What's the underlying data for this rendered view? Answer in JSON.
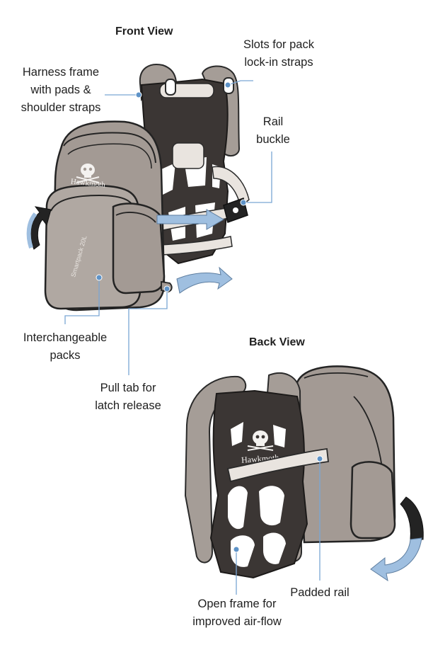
{
  "front": {
    "title": "Front View",
    "labels": {
      "harness": [
        "Harness frame",
        "with pads &",
        "shoulder straps"
      ],
      "slots": [
        "Slots for pack",
        "lock-in straps"
      ],
      "rail_buckle": [
        "Rail",
        "buckle"
      ],
      "packs": [
        "Interchangeable",
        "packs"
      ],
      "pull_tab": [
        "Pull tab for",
        "latch release"
      ]
    },
    "logo": "Hawkmoth",
    "pack_model": "Smartpack 20L"
  },
  "back": {
    "title": "Back View",
    "labels": {
      "padded_rail": [
        "Padded rail"
      ],
      "open_frame": [
        "Open frame for",
        "improved air-flow"
      ]
    },
    "logo": "Hawkmoth"
  },
  "colors": {
    "pack": "#a39a94",
    "pack_shade": "#8b837e",
    "frame": "#3b3634",
    "strap": "#a59d97",
    "pad": "#e9e4df",
    "arrow": "#9fbfe0",
    "arrow_dark": "#232323",
    "dot": "#5e93c8",
    "leader": "#7aa6d4"
  }
}
